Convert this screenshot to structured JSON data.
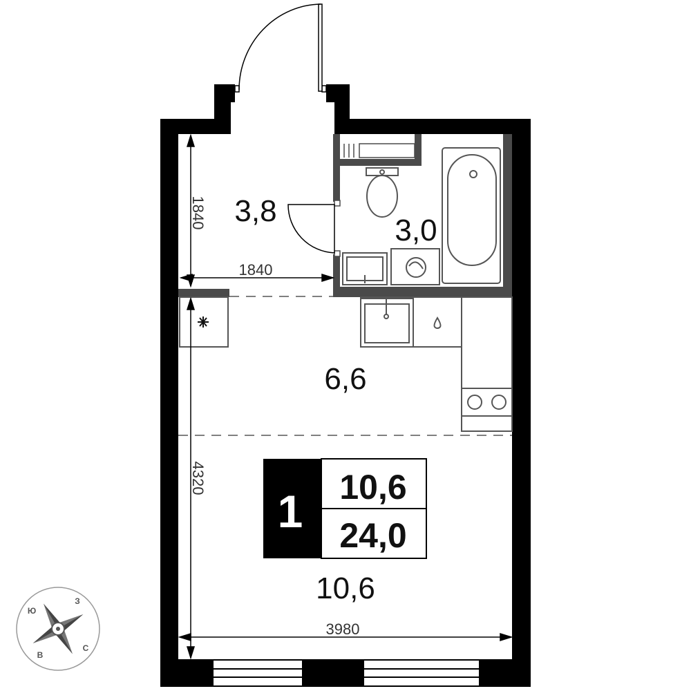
{
  "rooms": {
    "hallway_area": "3,8",
    "bathroom_area": "3,0",
    "kitchen_area": "6,6",
    "living_area": "10,6"
  },
  "dimensions": {
    "hallway_height": "1840",
    "hallway_width": "1840",
    "main_height": "4320",
    "total_width": "3980"
  },
  "badge": {
    "rooms_count": "1",
    "living_area": "10,6",
    "total_area": "24,0"
  },
  "compass": {
    "north": "З",
    "west": "Ю",
    "south": "В",
    "east": "С"
  },
  "colors": {
    "wall": "#000000",
    "partition": "#4a4a4a",
    "fixture": "#555555",
    "badge_bg": "#000000"
  }
}
